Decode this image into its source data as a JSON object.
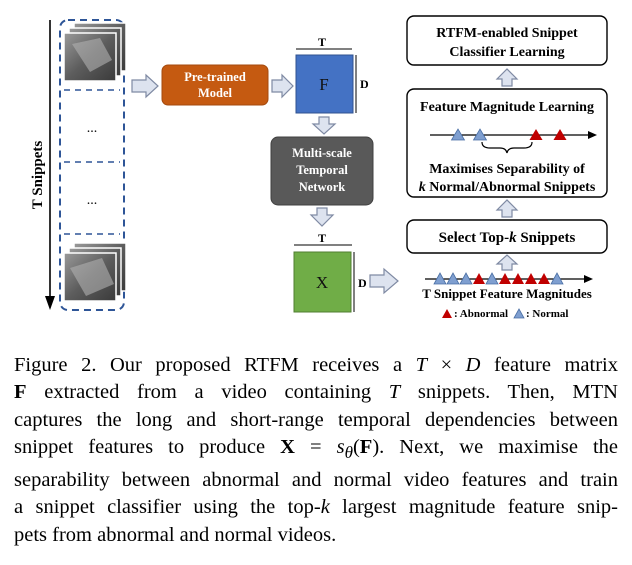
{
  "diagram": {
    "snippets_axis_label": "T Snippets",
    "ellipsis": "...",
    "pretrained_label_line1": "Pre-trained",
    "pretrained_label_line2": "Model",
    "matrix_f_label": "F",
    "matrix_x_label": "X",
    "dim_t": "T",
    "dim_d": "D",
    "mtn_line1": "Multi-scale",
    "mtn_line2": "Temporal",
    "mtn_line3": "Network",
    "rtfm_box_line1": "RTFM-enabled Snippet",
    "rtfm_box_line2": "Classifier Learning",
    "fml_title": "Feature Magnitude Learning",
    "fml_sub1": "Maximises Separability of",
    "fml_sub2_k": "k",
    "fml_sub2_rest": " Normal/Abnormal Snippets",
    "topk_prefix": "Select Top-",
    "topk_k": "k",
    "topk_suffix": " Snippets",
    "magnitudes_label": "T Snippet Feature Magnitudes",
    "legend_abnormal": ": Abnormal",
    "legend_normal": ": Normal",
    "colors": {
      "arrow_fill": "#dde3ef",
      "arrow_stroke": "#7f8aa3",
      "pretrained_fill": "#c55a11",
      "matrix_f_fill": "#4472c4",
      "mtn_fill": "#595959",
      "matrix_x_fill": "#70ad47",
      "abnormal": "#c00000",
      "normal": "#7f9fd0",
      "snippet_frame": "#2e5597"
    },
    "magnitude_sequence": [
      "normal",
      "normal",
      "normal",
      "abnormal",
      "normal",
      "abnormal",
      "abnormal",
      "abnormal",
      "abnormal",
      "normal"
    ],
    "fml_sequence": [
      "normal",
      "normal",
      "abnormal",
      "abnormal"
    ]
  },
  "caption": {
    "l1a": "Figure 2. Our proposed RTFM receives a ",
    "l1b": " feature matrix",
    "l2a": " extracted from a video containing ",
    "l2b": " snippets.  Then, MTN",
    "l3": "captures the long and short-range temporal dependencies between",
    "l4a": "snippet features to produce ",
    "l4b": ". Next, we maximise the",
    "l5": "separability between abnormal and normal video features and train",
    "l6a": "a snippet classifier using the top-",
    "l6b": " largest magnitude feature snip-",
    "l7": "pets from abnormal and normal videos.",
    "math_T": "T",
    "math_times": " × ",
    "math_D": "D",
    "math_F": "F",
    "math_X": "X",
    "math_eq": " = ",
    "math_s": "s",
    "math_theta": "θ",
    "math_paren_open": "(",
    "math_paren_close": ")",
    "math_k": "k"
  }
}
